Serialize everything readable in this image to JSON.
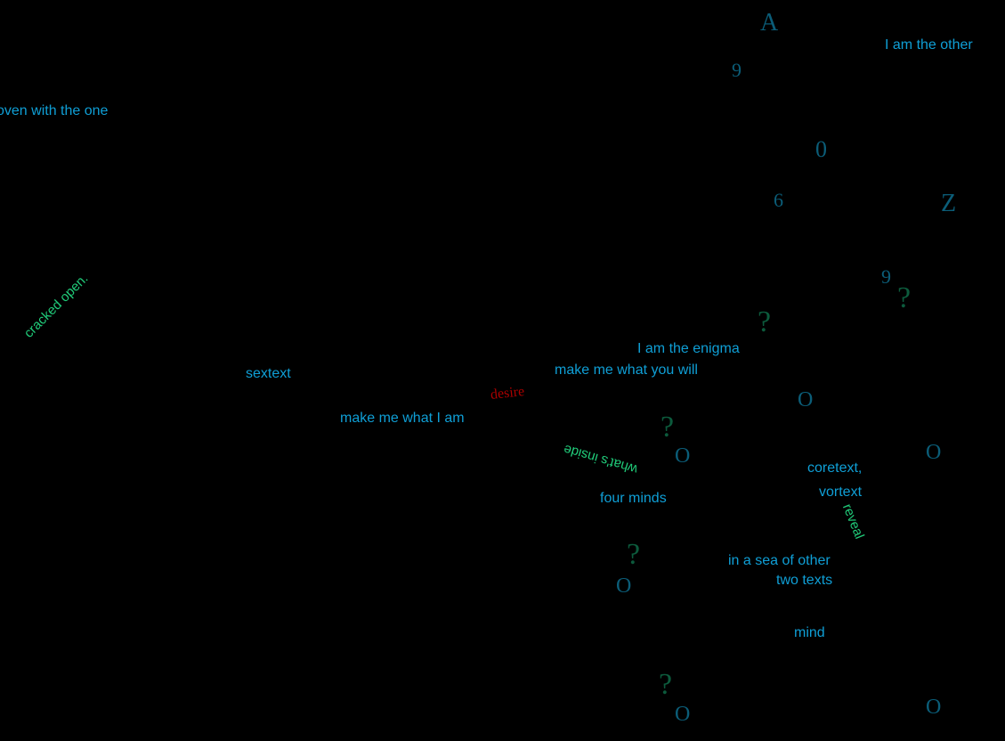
{
  "phrases": {
    "woven": "oven with the one",
    "other": "I am the other",
    "cracked": "cracked open.",
    "sextext": "sextext",
    "make_am": "make me what I am",
    "desire": "desire",
    "make_will": "make me what you will",
    "enigma": "I am the enigma",
    "whats_inside": "what's inside",
    "four_minds": "four minds",
    "coretext": "coretext,",
    "vortext": "vortext",
    "reveal": "reveal",
    "sea": "in a sea of other",
    "two_texts": "two texts",
    "mind": "mind"
  },
  "glyphs": {
    "A": "A",
    "nine": "9",
    "zero": "0",
    "six": "6",
    "Z": "Z",
    "O": "O",
    "q": "?"
  },
  "colors": {
    "text": "#0f9fd6",
    "green": "#20cc7a",
    "glyph": "#0b5d78",
    "question": "#0c5a3c",
    "desire": "#aa0000"
  }
}
